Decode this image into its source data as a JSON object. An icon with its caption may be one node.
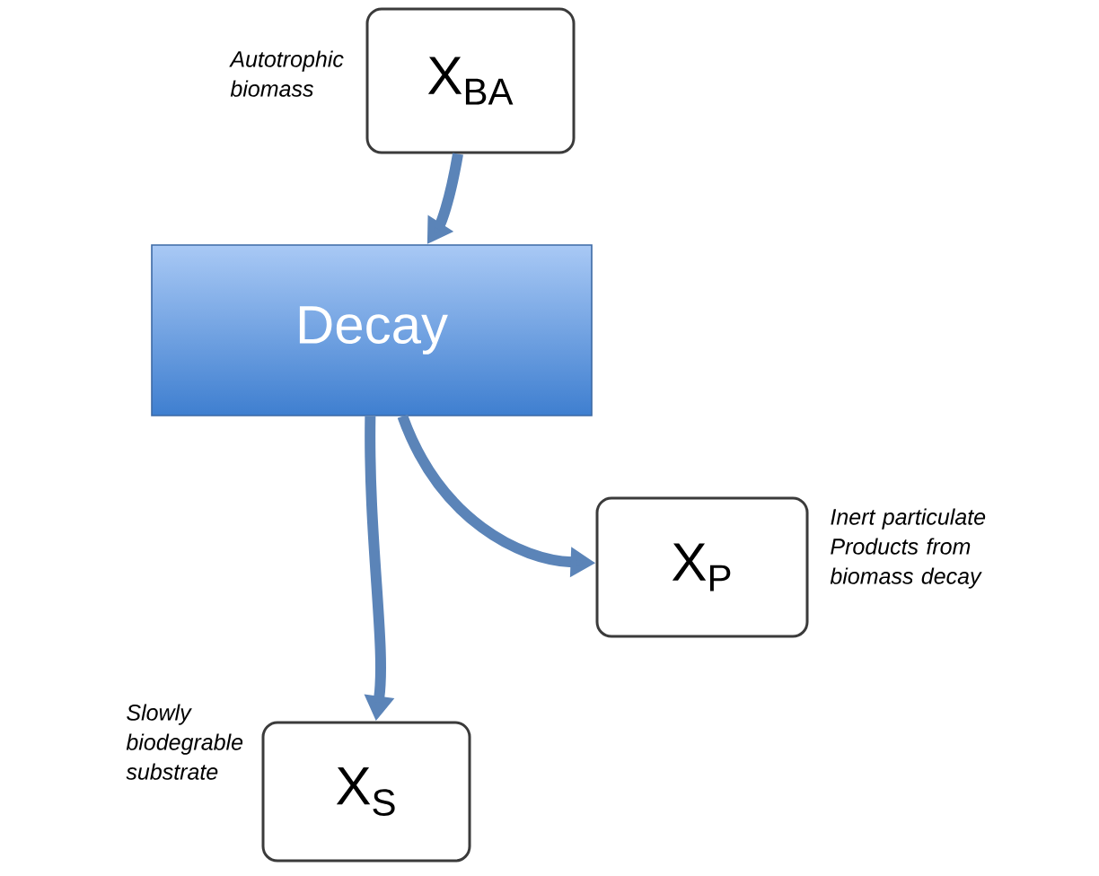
{
  "diagram": {
    "nodes": [
      {
        "text": [
          "X$_{BA}$"
        ],
        "beside": [
          "Autotrophic biomass"
        ]
      },
      {
        "text": [
          "Decay"
        ]
      },
      {
        "text": [
          "X$_{P}$"
        ],
        "beside": [
          "Inert particulate Products from biomass decay"
        ]
      },
      {
        "text": [
          "X$_{S}$"
        ],
        "beside": [
          "Slowly biodegrable substrate"
        ]
      }
    ],
    "edges": [
      {
        "from": 0,
        "to": 1,
        "arrow": "to"
      },
      {
        "from": 1,
        "to": 2,
        "arrow": "to"
      },
      {
        "from": 1,
        "to": 3,
        "arrow": "to"
      }
    ]
  }
}
